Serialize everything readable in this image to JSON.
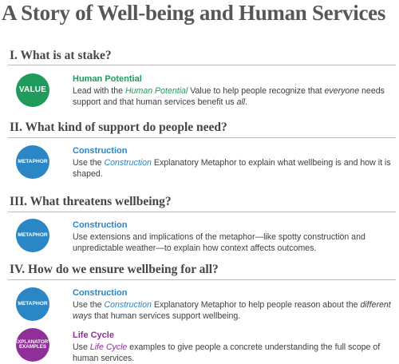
{
  "title": "A Story of Well-being and Human Services",
  "sections": [
    {
      "heading": "I. What is at stake?",
      "items": [
        {
          "badge": "VALUE",
          "title": "Human Potential",
          "body": [
            "Lead with the ",
            "Human Potential",
            " Value to help people recognize that ",
            "everyone",
            " needs support and that human services benefit us ",
            "all",
            "."
          ]
        }
      ]
    },
    {
      "heading": "II. What kind of support do people need?",
      "items": [
        {
          "badge": "METAPHOR",
          "title": "Construction",
          "body": [
            "Use the ",
            "Construction",
            " Explanatory Metaphor to explain what wellbeing is and how it is shaped."
          ]
        }
      ]
    },
    {
      "heading": "III. What threatens wellbeing?",
      "items": [
        {
          "badge": "METAPHOR",
          "title": "Construction",
          "body": [
            "Use extensions and implications of the metaphor—like spotty construction and unpredictable weather—to explain how context affects outcomes."
          ]
        }
      ]
    },
    {
      "heading": "IV. How do we ensure wellbeing for all?",
      "items": [
        {
          "badge": "METAPHOR",
          "title": "Construction",
          "body": [
            "Use the ",
            "Construction",
            " Explanatory Metaphor to help people reason about the ",
            "different ways",
            " that human services support wellbeing."
          ]
        },
        {
          "badge": "EXPLANATORY EXAMPLES",
          "title": "Life Cycle",
          "body": [
            "Use ",
            "Life Cycle",
            " examples to give people a concrete understanding the full scope of human services."
          ]
        }
      ]
    }
  ],
  "colors": {
    "value": "#1f9b5b",
    "metaphor": "#2b86c5",
    "examples": "#8f3099",
    "heading": "#454545",
    "rule": "#b8b8b8"
  }
}
